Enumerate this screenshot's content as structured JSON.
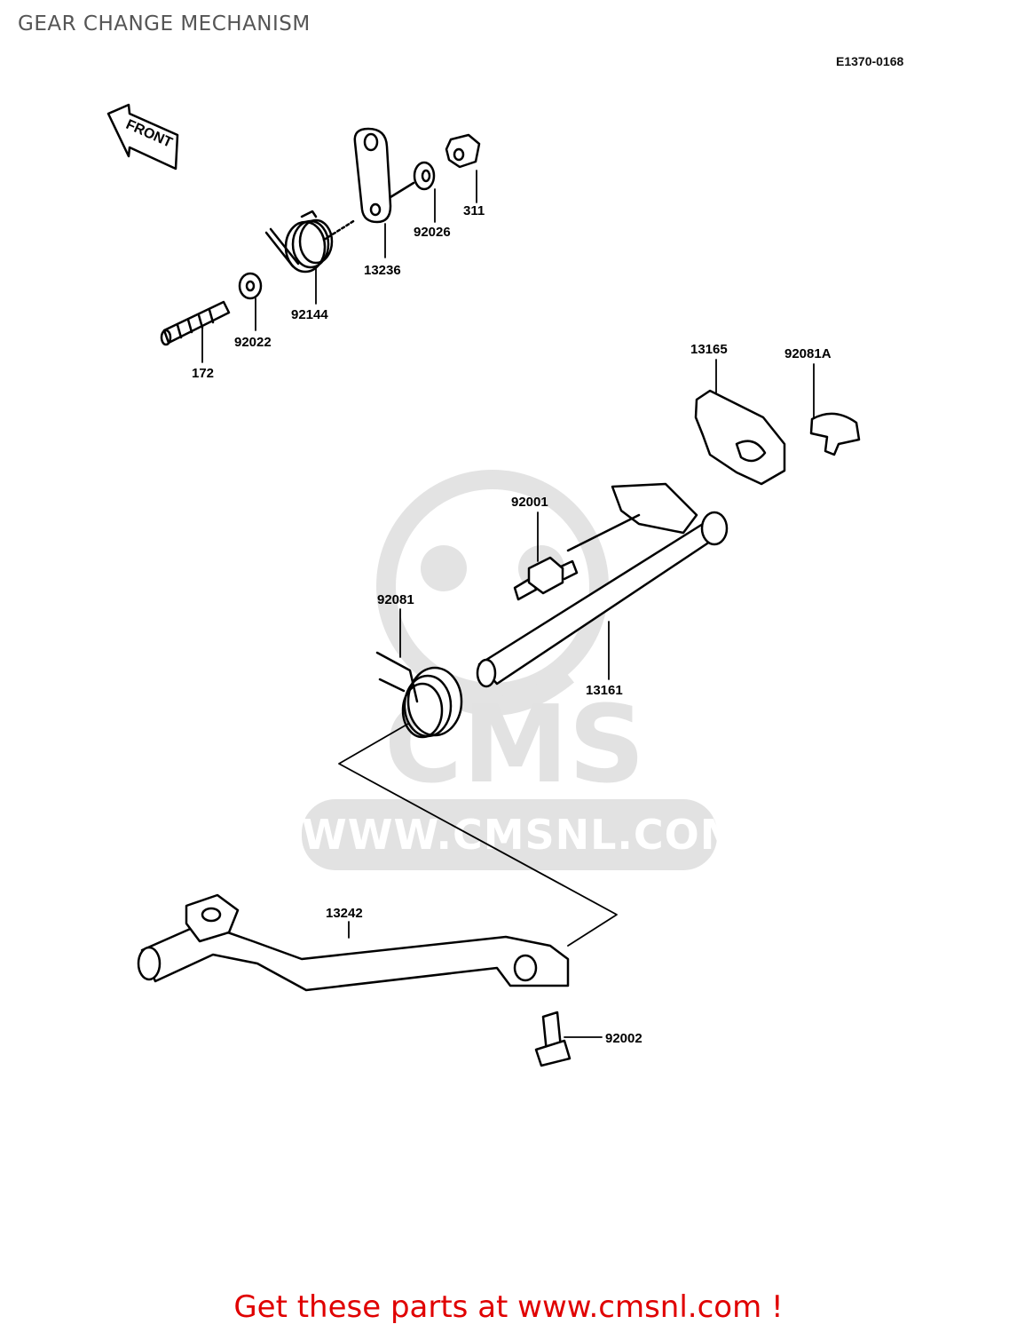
{
  "title": "GEAR CHANGE MECHANISM",
  "diagram_code": "E1370-0168",
  "front_arrow": "FRONT",
  "watermark": {
    "brand": "CMS",
    "url": "WWW.CMSNL.COM"
  },
  "parts": [
    {
      "id": "p311",
      "number": "311"
    },
    {
      "id": "p92026",
      "number": "92026"
    },
    {
      "id": "p13236",
      "number": "13236"
    },
    {
      "id": "p92144",
      "number": "92144"
    },
    {
      "id": "p92022",
      "number": "92022"
    },
    {
      "id": "p172",
      "number": "172"
    },
    {
      "id": "p13165",
      "number": "13165"
    },
    {
      "id": "p92081A",
      "number": "92081A"
    },
    {
      "id": "p92001",
      "number": "92001"
    },
    {
      "id": "p92081",
      "number": "92081"
    },
    {
      "id": "p13161",
      "number": "13161"
    },
    {
      "id": "p13242",
      "number": "13242"
    },
    {
      "id": "p92002",
      "number": "92002"
    }
  ],
  "footer": "Get these parts at www.cmsnl.com !"
}
